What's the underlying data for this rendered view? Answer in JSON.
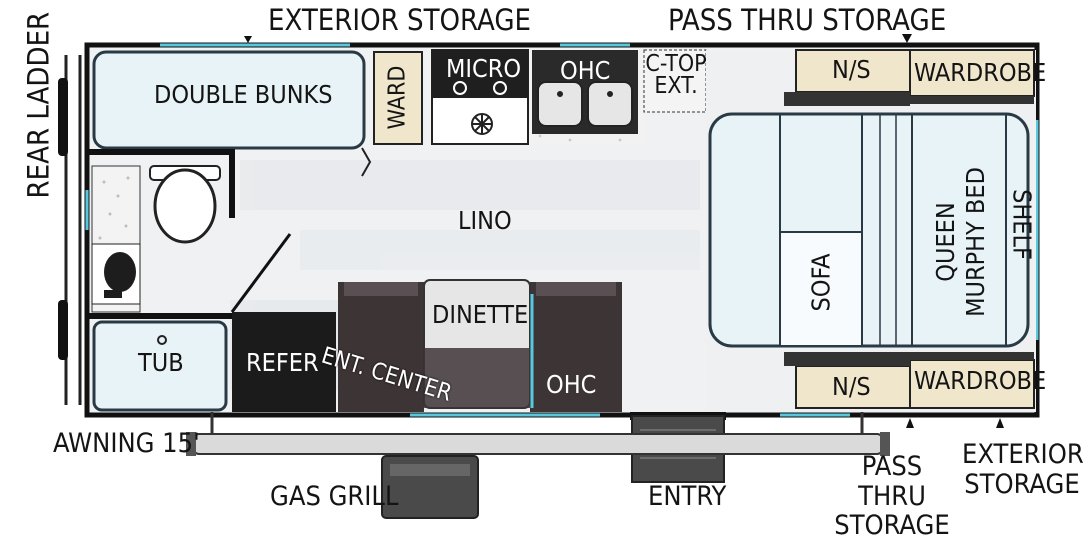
{
  "labels": {
    "exterior_storage_top": "EXTERIOR STORAGE",
    "pass_thru_storage_top": "PASS THRU STORAGE",
    "rear_ladder": "REAR LADDER",
    "double_bunks": "DOUBLE BUNKS",
    "ward": "WARD",
    "micro": "MICRO",
    "ohc_kitchen": "OHC",
    "ctop_ext": "C-TOP\nEXT.",
    "ns_top": "N/S",
    "wardrobe_top": "WARDROBE",
    "lino": "LINO",
    "queen_murphy_bed": "QUEEN\nMURPHY BED",
    "shelf": "SHELF",
    "sofa": "SOFA",
    "dinette": "DINETTE",
    "ent_center": "ENT. CENTER",
    "refer": "REFER",
    "tub": "TUB",
    "ohc_dinette": "OHC",
    "ns_bottom": "N/S",
    "wardrobe_bottom": "WARDROBE",
    "awning": "AWNING 15'",
    "gas_grill": "GAS GRILL",
    "entry": "ENTRY",
    "pass_thru_storage_bottom": "PASS THRU\nSTORAGE",
    "exterior_storage_bottom": "EXTERIOR\nSTORAGE"
  },
  "colors": {
    "wall": "#111111",
    "bed_fill": "#e8f3f8",
    "bed_stroke": "#2a3a44",
    "floor": "#f2f4f6",
    "cabinet": "#efe6cc",
    "counter": "#f4f4f4",
    "dark_seat": "#3d3436",
    "accent_blue": "#58c8dd"
  }
}
